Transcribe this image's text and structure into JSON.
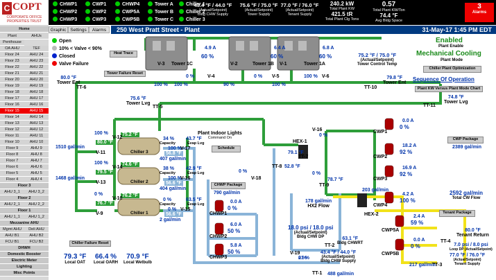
{
  "logo": {
    "mark": "C",
    "name": "COPT",
    "subtitle": "CORPORATE OFFICE PROPERTIES TRUST"
  },
  "top_status": [
    [
      "CHWP1",
      "CWP1",
      "CHWP4",
      "Tower A",
      "Chiller 1"
    ],
    [
      "CHWP2",
      "CWP2",
      "CWP5A",
      "Tower B",
      "Chiller 2"
    ],
    [
      "CHWP3",
      "CWP3",
      "CWP5B",
      "Tower C",
      "Chiller 3"
    ]
  ],
  "top_readings": {
    "bldg_chw": {
      "value": "43.4 °F / 44.0 °F",
      "l1": "(Actual/Setpoint)",
      "l2": "Bldg CHW Supply"
    },
    "tower_supply": {
      "value": "75.6 °F / 75.0 °F",
      "l1": "(Actual/Setpoint)",
      "l2": "Tower Supply"
    },
    "tenant_supply": {
      "value": "77.0 °F / 76.0 °F",
      "l1": "(Actual/Setpoint)",
      "l2": "Tenant Supply"
    },
    "total_kw": {
      "value": "240.2 kW",
      "label": "Total Plant KW"
    },
    "total_tr": {
      "value": "421.5 tR",
      "label": "Total Plant Clg Tons"
    },
    "kw_ton": {
      "value": "0.57",
      "label": "Total Plant KW/Ton"
    },
    "avg_bldg": {
      "value": "74.4 °F",
      "label": "Avg Bldg Space"
    }
  },
  "alarms": {
    "count": "3",
    "label": "Alarms"
  },
  "nav": {
    "home": "Home",
    "groups": [
      [
        "Plant",
        "AHUs"
      ],
      [
        "Penthouse EMF",
        ""
      ],
      [
        "OA AHU",
        "TEF"
      ],
      [
        "Floor 24",
        "AHU 24"
      ],
      [
        "Floor 23",
        "AHU 23"
      ],
      [
        "Floor 22",
        "AHU 22"
      ],
      [
        "Floor 21",
        "AHU 21"
      ],
      [
        "Floor 20",
        "AHU 20"
      ],
      [
        "Floor 19",
        "AHU 19"
      ],
      [
        "Floor 18",
        "AHU 18"
      ],
      [
        "Floor 17",
        "AHU 17"
      ],
      [
        "Floor 16",
        "AHU 16"
      ],
      [
        "Floor 15",
        "AHU 15"
      ],
      [
        "Floor 14",
        "AHU 14"
      ],
      [
        "Floor 13",
        "AHU 13"
      ],
      [
        "Floor 12",
        "AHU 12"
      ],
      [
        "Floor 11",
        "AHU 11"
      ],
      [
        "Floor 10",
        "AHU 10"
      ],
      [
        "Floor 9",
        "AHU 9"
      ],
      [
        "Floor 8",
        "AHU 8"
      ],
      [
        "Floor 7",
        "AHU 7"
      ],
      [
        "Floor 6",
        "AHU 6"
      ],
      [
        "Floor 5",
        "AHU 5"
      ],
      [
        "Floor 4",
        "AHU 4"
      ]
    ],
    "floor3": "Floor 3",
    "ahu3": [
      "AHU 3_1",
      "AHU 3_2"
    ],
    "floor2": "Floor 2",
    "ahu2": [
      "AHU 2_1",
      "AHU 2_2"
    ],
    "floor1": "Floor 1",
    "ahu1": [
      "AHU 1_1",
      "AHU 1_2"
    ],
    "mezz": "Mezzanine AHU",
    "misc": [
      [
        "Mgmt AHU",
        "Deli AHU"
      ],
      [
        "AHU B1",
        "AHU B2"
      ],
      [
        "FCU B1",
        "FCU B2"
      ]
    ],
    "bottom": [
      "DHWH",
      "Domestic Booster",
      "Electric Meter",
      "Lighting",
      "Misc Points"
    ]
  },
  "tabs": [
    "Graphic",
    "Settings",
    "Alarms"
  ],
  "header": {
    "title": "250 West Pratt Street - Plant",
    "datetime": "31-May-17 1:45 PM EDT"
  },
  "legend": [
    "Open",
    "10% < Valve < 90%",
    "Closed",
    "Valve Failure"
  ],
  "buttons": {
    "heat_trace": "Heat Trace",
    "tower_failure_reset": "Tower Failure Reset",
    "chiller_failure_reset": "Chiller Failure Reset",
    "schedule": "Schedule",
    "chwp_package": "CHWP Package",
    "cwp_package": "CWP Package",
    "tenant_package": "Tenant Package",
    "plant_opt": "Chiller Plant Optimization",
    "kw_chart": "Plant KW Versus Plant Mode Chart"
  },
  "towers": [
    {
      "name": "Tower 1C",
      "pct": "4.9 A",
      "speed": "60 %",
      "valve": "V-3"
    },
    {
      "name": "Tower 1B",
      "pct": "6.4 A",
      "speed": "60 %",
      "valve": "V-2"
    },
    {
      "name": "Tower 1A",
      "pct": "6.8 A",
      "speed": "60 %",
      "valve": "V-1"
    }
  ],
  "tower_valves": [
    "100 %",
    "0 %",
    "100 %",
    "90 %",
    "100 %",
    "0 %",
    "100 %"
  ],
  "tower_valve_tags": [
    "V-4",
    "V-5",
    "V-6"
  ],
  "mode": {
    "enabled": "Enabled",
    "enabled_label": "Plant Enable",
    "mode": "Mechanical Cooling",
    "mode_label": "Plant Mode"
  },
  "tower_control": {
    "value": "75.2 °F / 75.0 °F",
    "l1": "(Actual/Setpoint)",
    "l2": "Tower Control Temp"
  },
  "seq_link": "Sequence Of Operation",
  "tower_ent_left": {
    "value": "80.0 °F",
    "label": "Tower Ent"
  },
  "tower_ent_right": {
    "value": "79.8 °F",
    "label": "Tower Ent"
  },
  "tower_lvg": {
    "value": "75.6 °F",
    "label": "Tower Lvg"
  },
  "tower_lvg2": {
    "value": "74.8 °F",
    "label": "Tower Lvg"
  },
  "tt": [
    "TT-6",
    "TT-5",
    "TT-10",
    "TT-11",
    "TT-7",
    "TT-8",
    "TT-9",
    "TT-2",
    "TT-3",
    "TT-4",
    "TT-1"
  ],
  "chillers": [
    {
      "name": "Chiller 3",
      "cap": "34 %",
      "cap_l": "Capacity",
      "evap": "43.7 °F",
      "evap_l": "Evap Lvg",
      "cond": "75.2 °F",
      "cond2": "80.0 °F",
      "v1": "100 %",
      "v1t": "V-12",
      "v2": "100 %",
      "v2t": "V-17",
      "v3": "56.8 °F",
      "flow": "407 gal/min",
      "cflow": "1510 gal/min",
      "bvt": "V-11"
    },
    {
      "name": "Chiller 2",
      "cap": "38 %",
      "cap_l": "Capacity",
      "evap": "42.9 °F",
      "evap_l": "Evap Lvg",
      "cond": "74.6 °F",
      "cond2": "79.5 °F",
      "v1": "100 %",
      "v1t": "V-14",
      "v2": "100 %",
      "v2t": "V-16",
      "v3": "56.6 °F",
      "flow": "404 gal/min",
      "cflow": "1468 gal/min",
      "bvt": "V-13"
    },
    {
      "name": "Chiller 1",
      "cap": "0 %",
      "cap_l": "Capacity",
      "evap": "63.5 °F",
      "evap_l": "Evap Lvg",
      "cond": "76.2 °F",
      "cond2": "76.7 °F",
      "v1": "0 %",
      "v1t": "V-10",
      "v2": "0 %",
      "v2t": "V-15",
      "v3": "56.6 °F",
      "flow": "2 gal/min",
      "cflow": "",
      "bvt": "V-9"
    }
  ],
  "lights": {
    "title": "Plant Indoor Lights",
    "sub": "Command On"
  },
  "hex1": {
    "name": "HEX-1",
    "v": "0 %",
    "vt": "V-18",
    "t1": "79.1 °F",
    "t2": "52.8 °F",
    "vt2": "V-19",
    "v2": "0 %"
  },
  "hex2": {
    "name": "HEX-2",
    "flow": "178 gal/min",
    "flow_l": "HX2 Flow",
    "t": "78.7 °F",
    "v": "0 %",
    "vt": "V-16",
    "v3": "0 %"
  },
  "chwps": [
    {
      "name": "CHWP1",
      "amp": "0.0 A",
      "spd": "0 %"
    },
    {
      "name": "CHWP2",
      "amp": "6.0 A",
      "spd": "50 %"
    },
    {
      "name": "CHWP3",
      "amp": "5.8 A",
      "spd": "50 %"
    }
  ],
  "chwp_flow": "790 gal/min",
  "cwps": [
    {
      "name": "CWP1",
      "amp": "0.0 A",
      "spd": "0 %"
    },
    {
      "name": "CWP2",
      "amp": "18.2 A",
      "spd": "92 %"
    },
    {
      "name": "CWP3",
      "amp": "16.9 A",
      "spd": "92 %"
    },
    {
      "name": "CWP4",
      "amp": "4.2 A",
      "spd": "100 %"
    }
  ],
  "cwp_flow": "2389 gal/min",
  "cw_flow": {
    "value": "2592 gal/min",
    "label": "Total CW Flow"
  },
  "cwp4_flow": "203 gal/min",
  "cwp5": [
    {
      "name": "CWP5A",
      "amp": "2.4 A",
      "spd": "59 %"
    },
    {
      "name": "CWP5B",
      "amp": "0.0 A",
      "spd": "0 %"
    }
  ],
  "tenant_return": {
    "value": "80.0 °F",
    "label": "Tenant Return"
  },
  "tenant_dp": {
    "value": "7.0 psi / 8.0 psi",
    "label": "Loop DP (Actual/Setpoint)"
  },
  "tenant_sup": {
    "value": "77.0 °F / 76.0 °F",
    "l1": "(Actual/Setpoint)",
    "l2": "Tenant Supply"
  },
  "tenant_flow": "217 gal/min",
  "bldg_dp": {
    "value": "18.0 psi / 18.0 psi",
    "l1": "(Actual/Setpoint)",
    "l2": "Bldg CHW DP"
  },
  "chwrt": {
    "value": "63.1 °F",
    "label": "Bldg CHWRT"
  },
  "bldg_sup": {
    "value": "43.4 °F / 44.0 °F",
    "l1": "(Actual/Setpoint)",
    "l2": "Bldg CHW Supply"
  },
  "v19pct": "21 %",
  "chw_flow": "488 gal/min",
  "oat": {
    "value": "79.3 °F",
    "label": "Local OAT"
  },
  "oarh": {
    "value": "66.4 %",
    "label": "Local OARH"
  },
  "wetbulb": {
    "value": "70.9 °F",
    "label": "Local Wetbulb"
  },
  "colors": {
    "cw_pipe": "#2e9e3a",
    "chw_pipe": "#8ab4d8",
    "tenant_pipe": "#f2e21a",
    "header": "#003a80",
    "alarm": "#e00000"
  }
}
